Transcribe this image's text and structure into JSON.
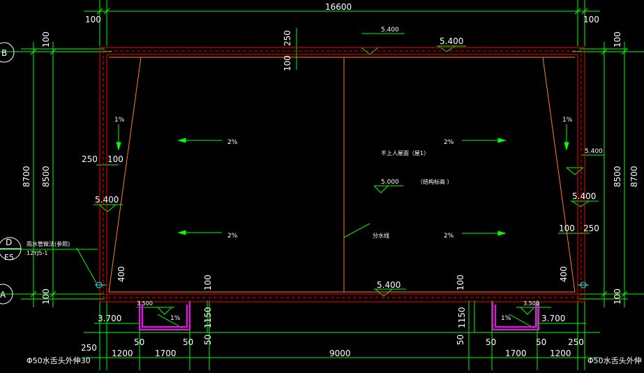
{
  "dimensions": {
    "overall_width": "16600",
    "top_left_offset": "100",
    "top_right_offset": "100",
    "left_total": "8700",
    "left_inner": "8500",
    "right_inner": "8500",
    "right_total": "8700",
    "left_top_100": "100",
    "right_top_100": "100",
    "left_bottom_100": "100",
    "right_bottom_100": "100",
    "parapet_250_top": "250",
    "parapet_100_top": "100",
    "left_250": "250",
    "left_100": "100",
    "right_100": "100",
    "right_250": "250",
    "left_400": "400",
    "right_400": "400",
    "bottom_100_left": "100",
    "bottom_100_right": "100",
    "left_1150": "1150",
    "right_1150": "1150",
    "left_50_a": "50",
    "left_50_b": "50",
    "left_50_c": "50",
    "right_50_a": "50",
    "right_50_b": "50",
    "right_50_c": "50",
    "bottom_250_left": "250",
    "bottom_250_right": "250",
    "bottom_1200_left": "1200",
    "bottom_1700_left": "1700",
    "bottom_9000": "9000",
    "bottom_1700_right": "1700",
    "bottom_1200_right": "1200"
  },
  "elevations": {
    "top_small": "5.400",
    "top_large": "5.400",
    "left": "5.400",
    "right_small": "5.400",
    "right_large": "5.400",
    "bottom": "5.400",
    "center": "5.000",
    "left_canopy": "3.700",
    "right_canopy": "3.700",
    "left_canopy_small": "3.500",
    "right_canopy_small": "3.500"
  },
  "slopes": {
    "left_1pct": "1%",
    "right_1pct": "1%",
    "upper_left": "2%",
    "upper_right": "2%",
    "lower_left": "2%",
    "lower_right": "2%",
    "canopy_left": "1%",
    "canopy_right": "1%"
  },
  "labels": {
    "roof_type": "不上人屋面（屋1）",
    "structure_elev": "（结构标高  ）",
    "ridge": "分水线",
    "drain_note": "雨水管做法(参照)",
    "drain_code": "12YJ5-1",
    "pipe_left": "Φ50水舌头外伸30",
    "pipe_right": "Φ50水舌头外伸"
  },
  "axes": {
    "axis_b": "B",
    "axis_d": "D",
    "axis_e5": "E5",
    "axis_a": "A"
  },
  "colors": {
    "background": "#000000",
    "green": "#00ff00",
    "red": "#ff0000",
    "orange": "#ff7f27",
    "magenta": "#ff00ff",
    "text": "#ffffff",
    "cyan": "#00ffff"
  }
}
